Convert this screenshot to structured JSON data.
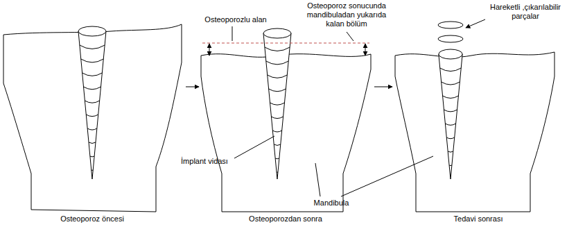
{
  "diagram": {
    "labels": [
      "Osteoporozlu alan",
      "Osteoporoz sonucunda mandibuladan yukarıda kalan bölüm",
      "Hareketli ,çıkarılabilir parçalar",
      "İmplant vidası",
      "Mandibula",
      "Osteoporoz öncesi",
      "Osteoporozdan sonra",
      "Tedavi sonrası"
    ]
  }
}
